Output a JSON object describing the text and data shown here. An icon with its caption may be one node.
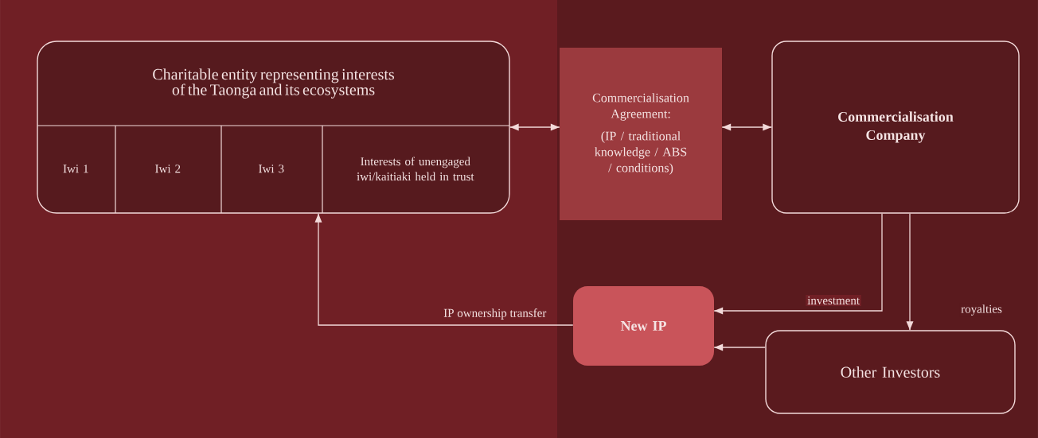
{
  "diagram": {
    "nodes": [
      {
        "text": [
          "Charitable entity representing interests of the Taonga and its ecosystems"
        ]
      },
      {
        "text": [
          "Iwi 1"
        ],
        "in": 0
      },
      {
        "text": [
          "Iwi 2"
        ],
        "in": 0
      },
      {
        "text": [
          "Iwi 3"
        ],
        "in": 0
      },
      {
        "text": [
          "Interests of unengaged iwi/kaitiaki held in trust"
        ],
        "in": 0
      },
      {
        "text": [
          "Commercialisation Agreement:",
          "(IP / traditional knowledge / ABS / conditions)"
        ]
      },
      {
        "text": [
          "Commercialisation Company"
        ]
      },
      {
        "text": [
          "New IP"
        ]
      },
      {
        "text": [
          "Other Investors"
        ]
      }
    ],
    "edges": [
      {
        "from": 0,
        "to": 5,
        "arrow": "both"
      },
      {
        "from": 5,
        "to": 6,
        "arrow": "both"
      },
      {
        "from": 6,
        "to": 7,
        "arrow": "to",
        "label": "investment"
      },
      {
        "from": 6,
        "to": 8,
        "arrow": "to",
        "label": "royalties"
      },
      {
        "from": 8,
        "to": 7,
        "arrow": "to"
      },
      {
        "from": 7,
        "to": 0,
        "arrow": "to",
        "label": "IP ownership transfer"
      }
    ]
  }
}
